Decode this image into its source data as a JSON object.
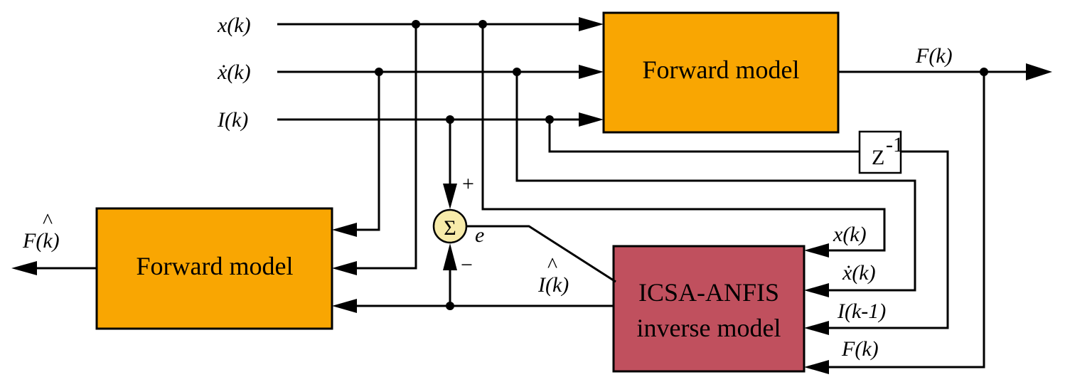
{
  "diagram": {
    "inputs": {
      "x": "x(k)",
      "xdot": "ẋ(k)",
      "i": "I(k)"
    },
    "forward_model_top": {
      "label": "Forward model",
      "color": "#F9A602"
    },
    "forward_model_bottom": {
      "label": "Forward model",
      "color": "#F9A602"
    },
    "inverse_model": {
      "line1": "ICSA-ANFIS",
      "line2": "inverse model",
      "color": "#C0505E"
    },
    "delay": {
      "base": "Z",
      "exponent": "-1"
    },
    "summer": {
      "symbol": "Σ",
      "plus": "+",
      "minus": "−",
      "error": "e",
      "color": "#F7EBAA"
    },
    "outputs": {
      "f": "F(k)",
      "f_hat_base": "F(k)",
      "i_hat_base": "I(k)",
      "hat": "^"
    },
    "inverse_inputs": {
      "x": "x(k)",
      "xdot": "ẋ(k)",
      "i_prev": "I(k-1)",
      "f": "F(k)"
    }
  }
}
